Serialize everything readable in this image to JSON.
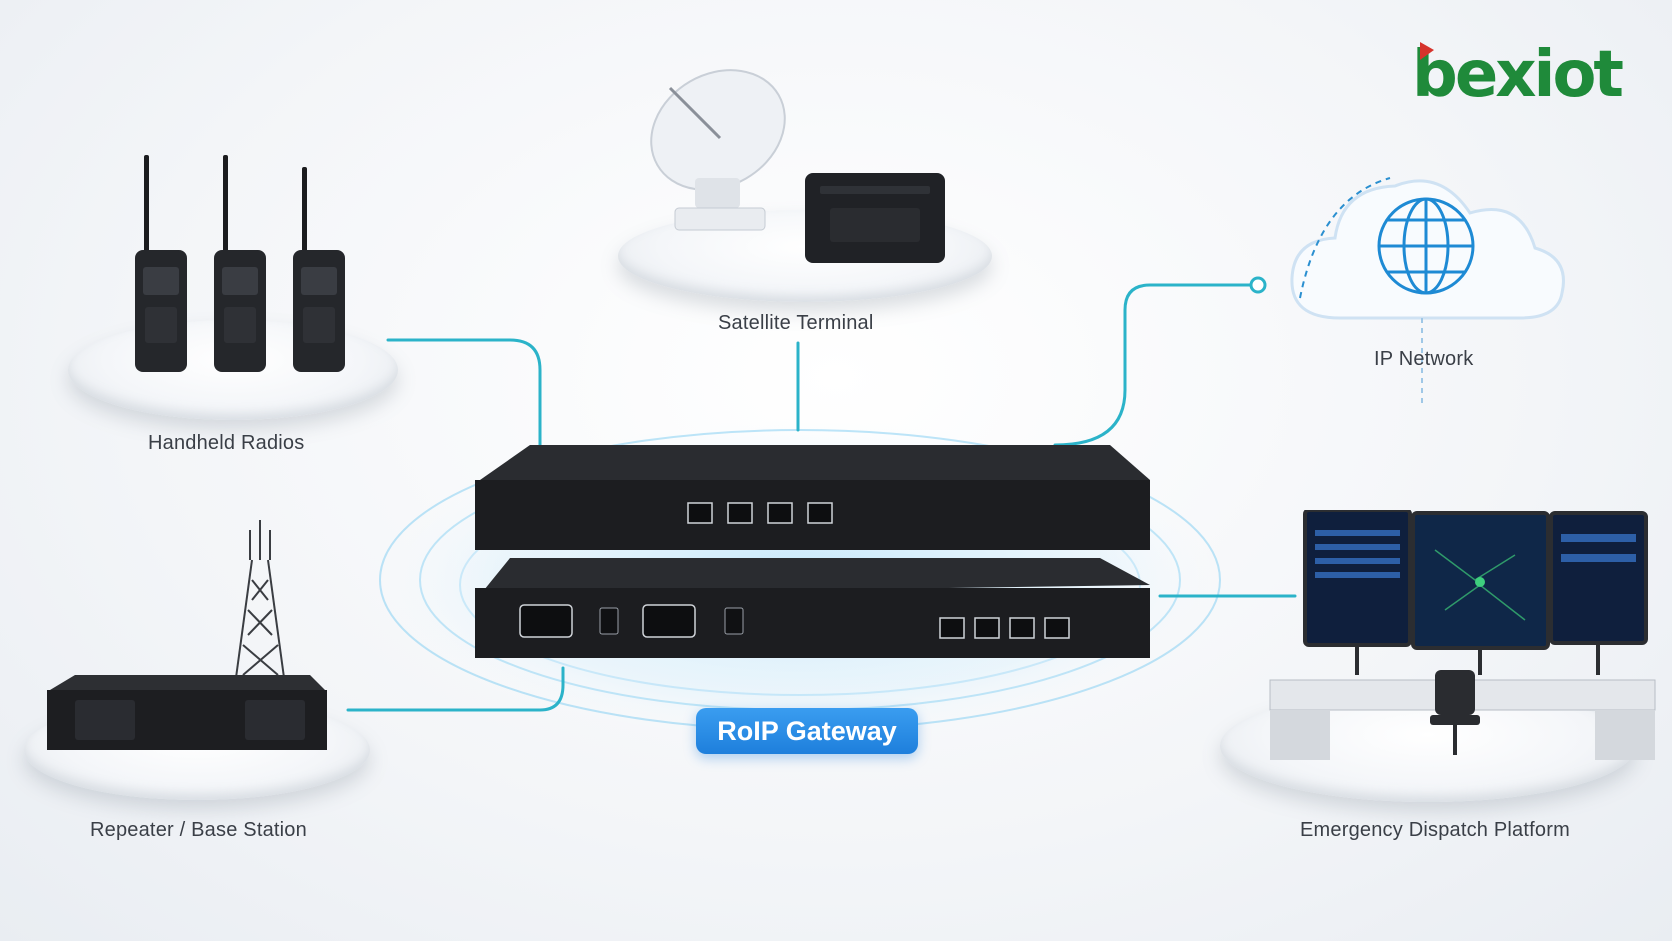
{
  "brand": {
    "logo_text": "bexiot",
    "color_green": "#1f8a3a",
    "color_red": "#d6332c"
  },
  "accent_color": "#2bb3c9",
  "gateway": {
    "label": "RoIP Gateway"
  },
  "nodes": {
    "handheld": "Handheld Radios",
    "satellite": "Satellite Terminal",
    "ip": "IP Network",
    "repeater": "Repeater / Base Station",
    "dispatch": "Emergency Dispatch Platform"
  }
}
